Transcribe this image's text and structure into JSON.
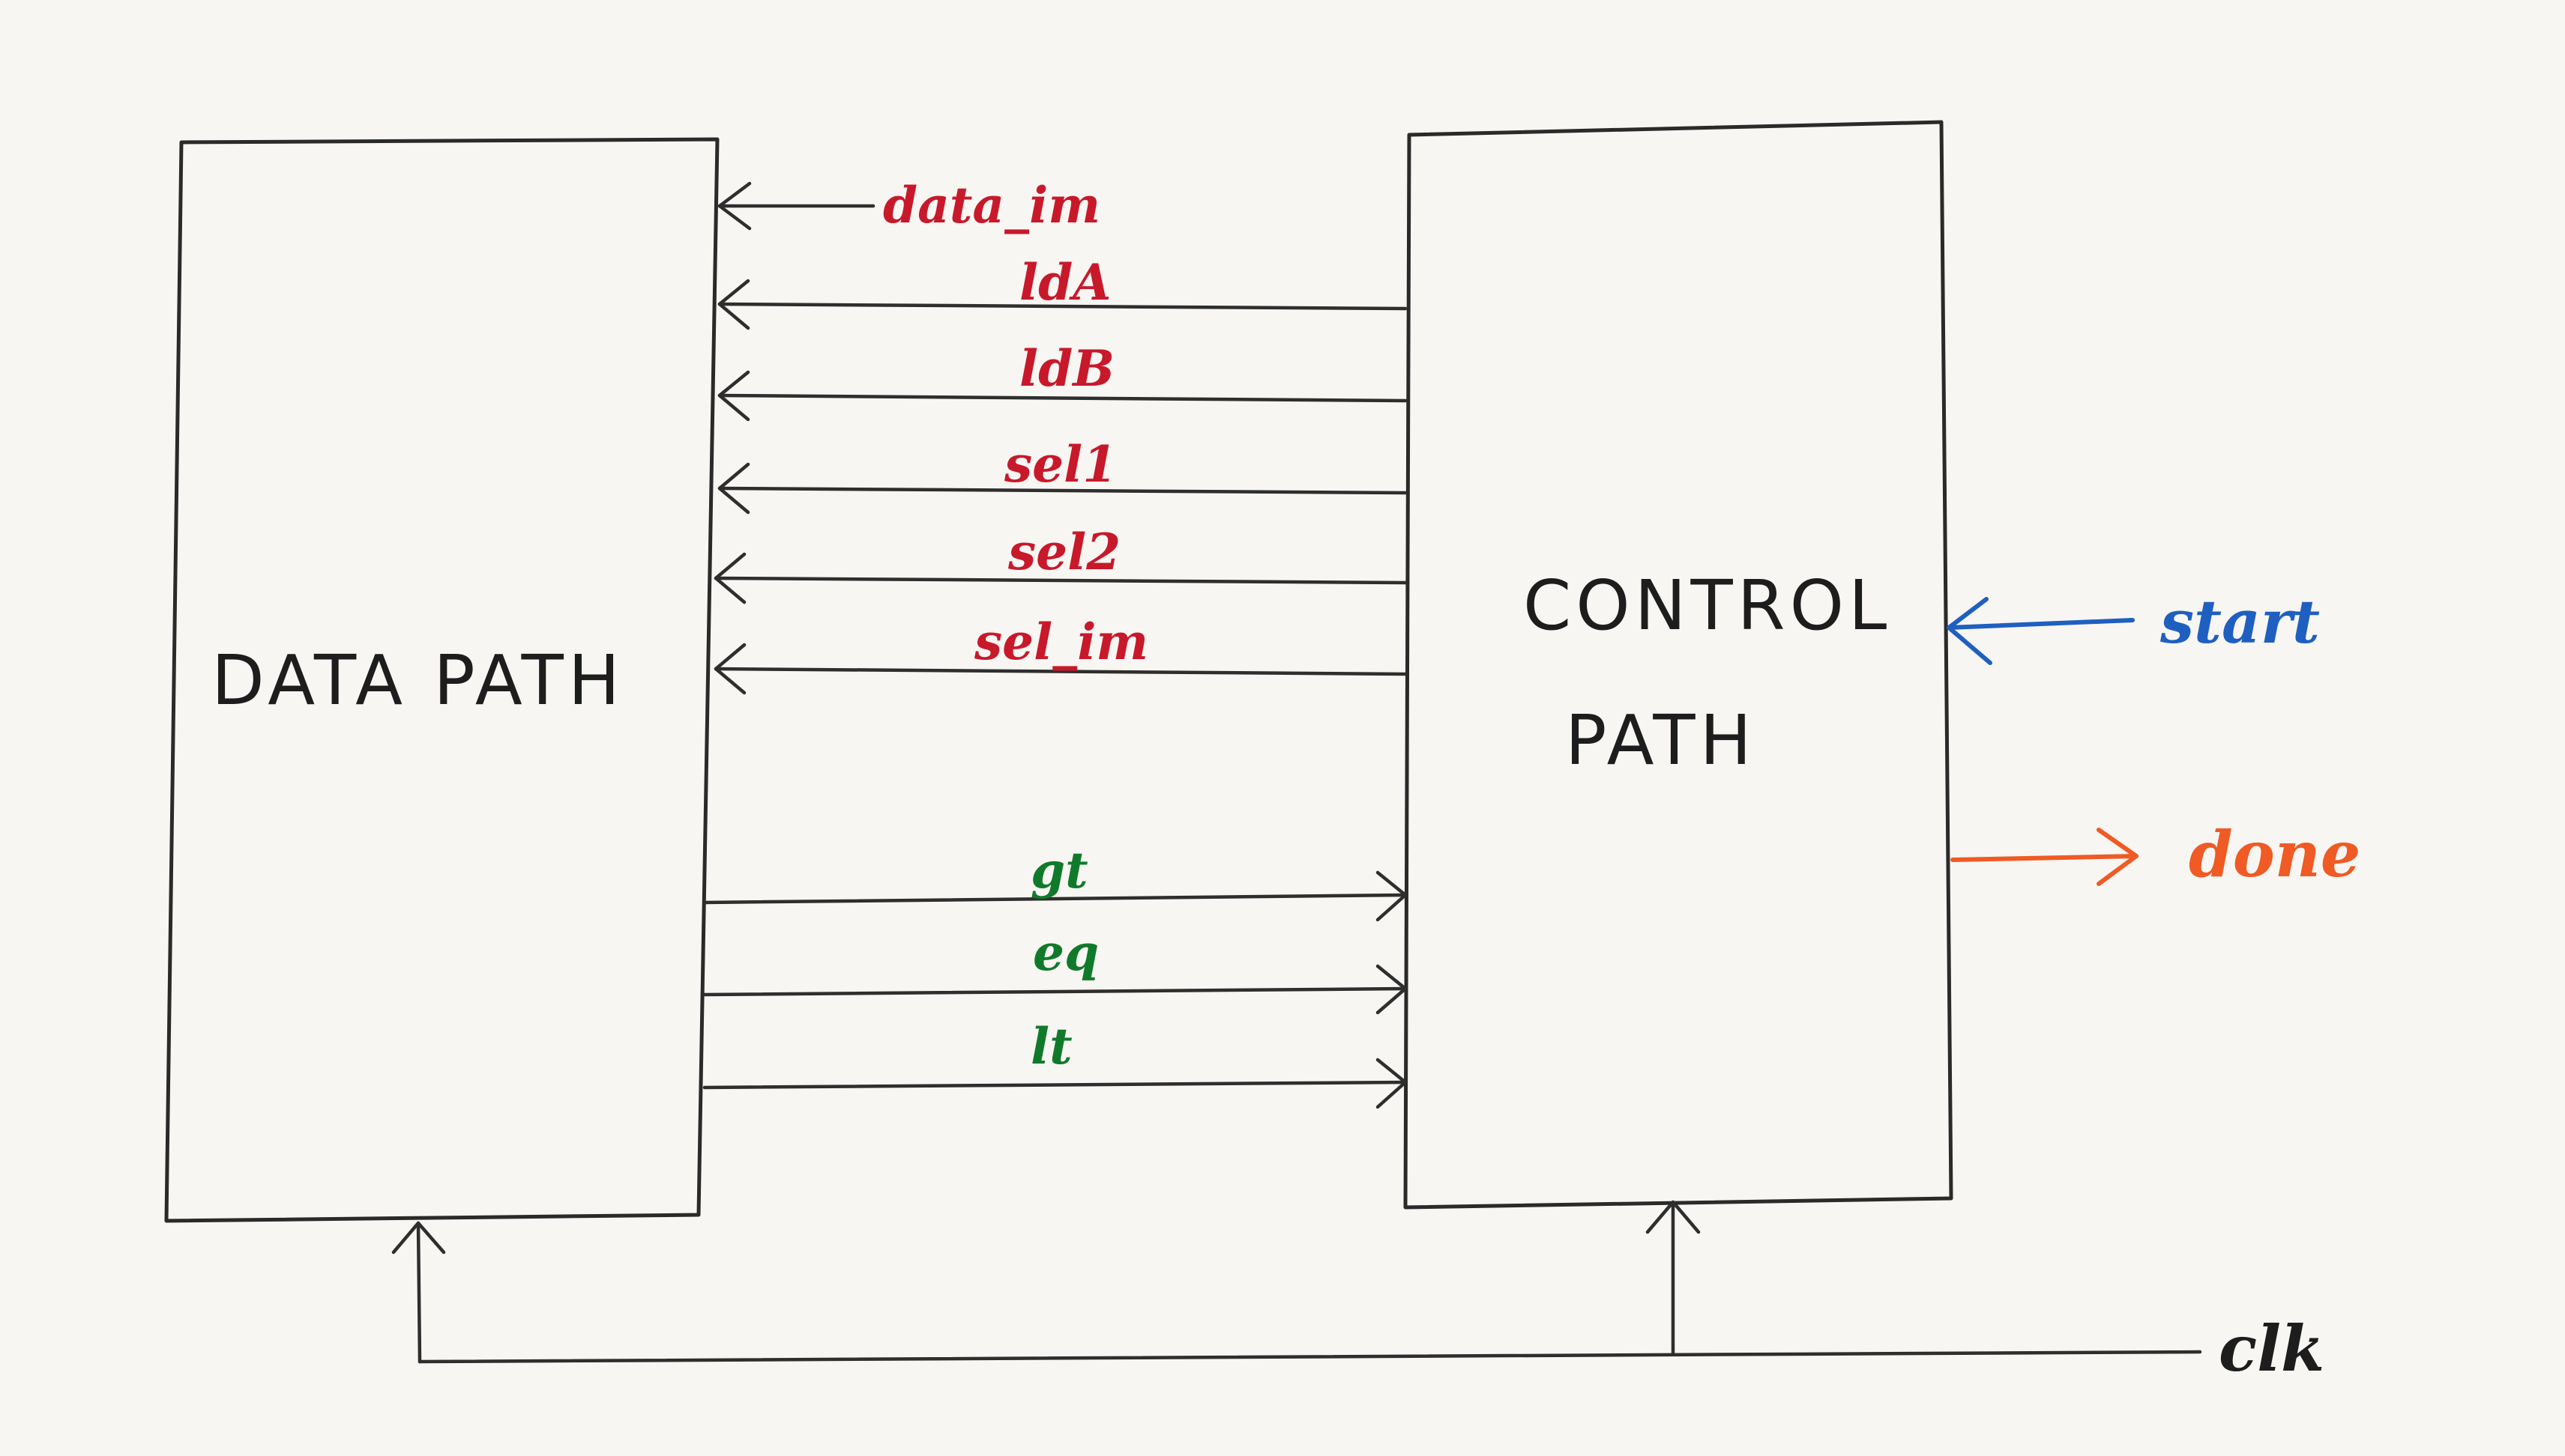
{
  "blocks": {
    "data_path": "DATA PATH",
    "control_path_line1": "CONTROL",
    "control_path_line2": "PATH"
  },
  "signals": {
    "data_im": "data_im",
    "ldA": "ldA",
    "ldB": "ldB",
    "sel1": "sel1",
    "sel2": "sel2",
    "sel_im": "sel_im",
    "gt": "gt",
    "eq": "eq",
    "lt": "lt",
    "start": "start",
    "done": "done",
    "clk": "clk"
  },
  "colors": {
    "control_signals": "#c8192b",
    "status_signals": "#117a2a",
    "start": "#1f5fbf",
    "done": "#f05a24",
    "lines": "#2e2e2e"
  }
}
